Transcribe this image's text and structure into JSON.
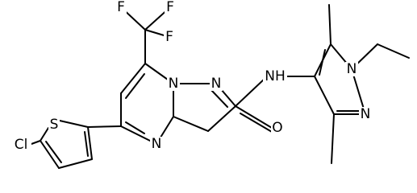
{
  "molecule": {
    "atoms": {
      "F1": "F",
      "F2": "F",
      "F3": "F",
      "Npz1": "N",
      "Npz2": "N",
      "Npyr": "N",
      "NH": "NH",
      "O": "O",
      "S": "S",
      "Cl": "Cl",
      "Ndp1": "N",
      "Ndp2": "N"
    }
  }
}
